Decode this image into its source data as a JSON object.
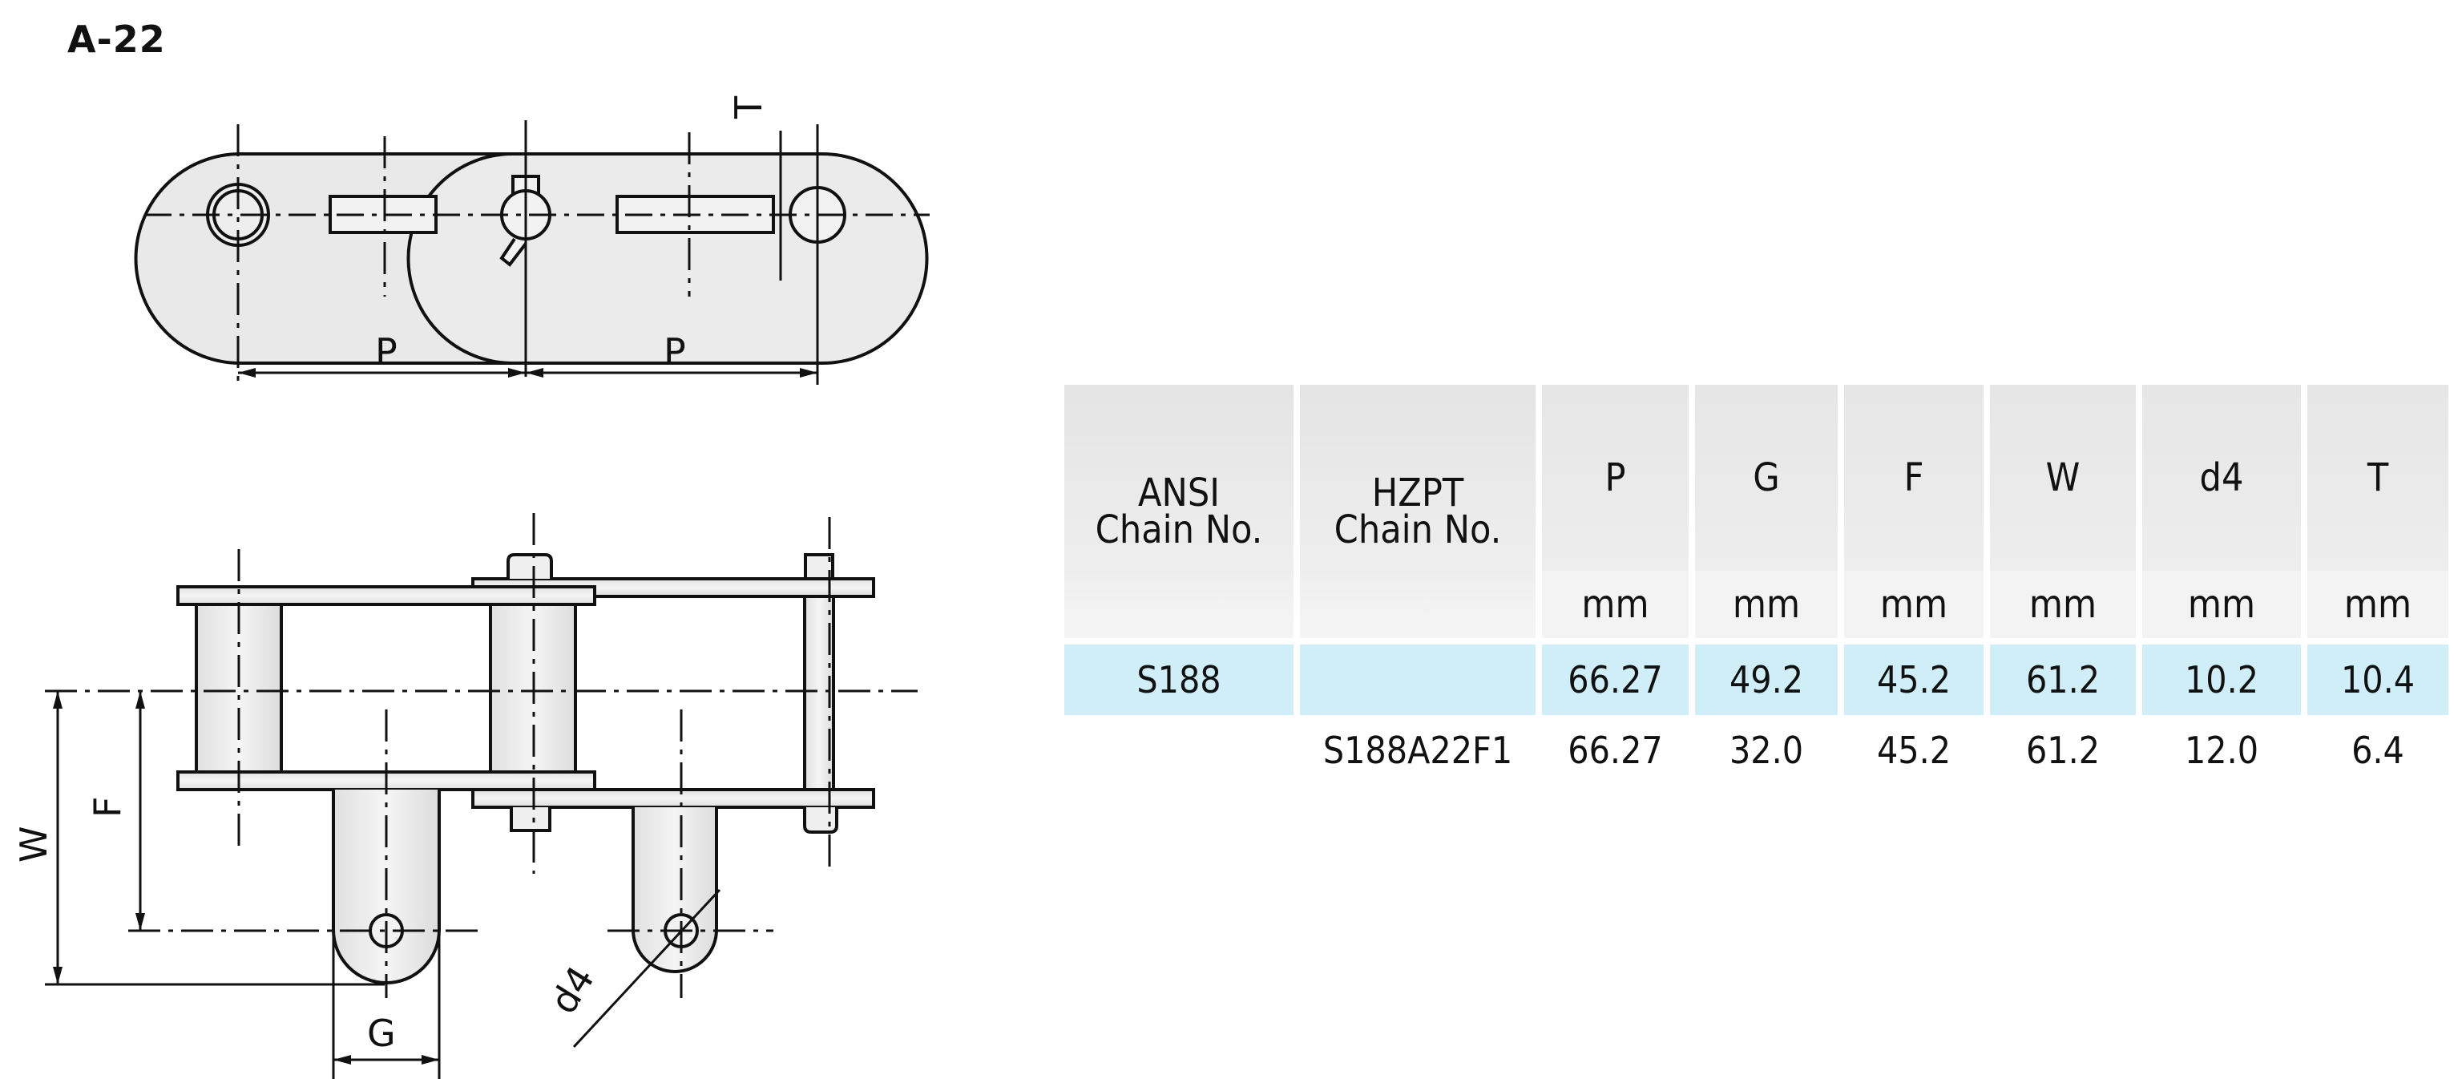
{
  "title": "A-22",
  "drawing": {
    "top_view": {
      "labels": {
        "pitch_left": "P",
        "pitch_right": "P",
        "thickness": "T"
      }
    },
    "side_view": {
      "labels": {
        "width": "W",
        "attachment_offset": "F",
        "attachment_width": "G",
        "hole_diameter": "d4"
      }
    }
  },
  "table": {
    "headers": {
      "ansi": [
        "ANSI",
        "Chain No."
      ],
      "hzpt": [
        "HZPT",
        "Chain No."
      ],
      "dims": [
        "P",
        "G",
        "F",
        "W",
        "d4",
        "T"
      ],
      "unit": "mm"
    },
    "rows": [
      {
        "ansi": "S188",
        "hzpt": "",
        "P": "66.27",
        "G": "49.2",
        "F": "45.2",
        "W": "61.2",
        "d4": "10.2",
        "T": "10.4",
        "highlight": true
      },
      {
        "ansi": "",
        "hzpt": "S188A22F1",
        "P": "66.27",
        "G": "32.0",
        "F": "45.2",
        "W": "61.2",
        "d4": "12.0",
        "T": "6.4",
        "highlight": false
      }
    ],
    "colors": {
      "header_bg": "#e8e8e8",
      "highlight_row_bg": "#cfeef8"
    }
  }
}
